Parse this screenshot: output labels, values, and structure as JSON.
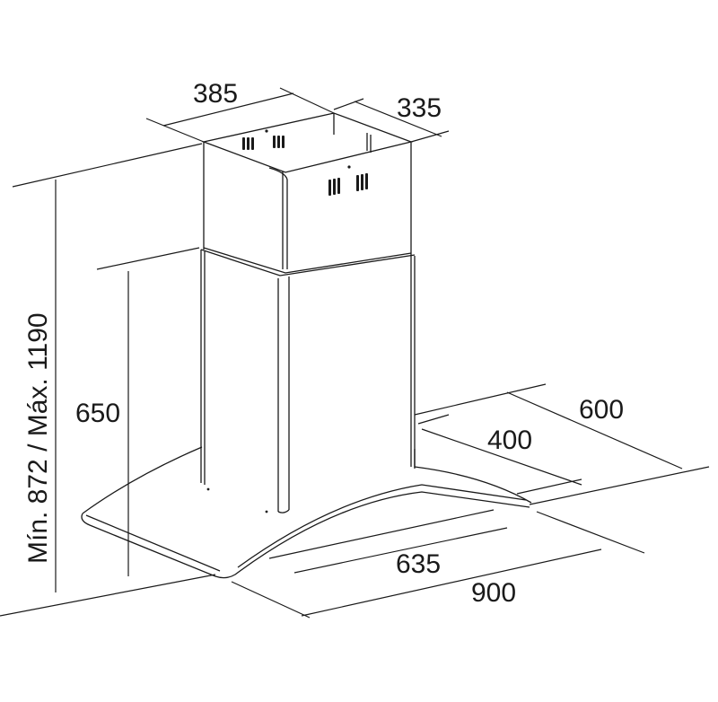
{
  "dimensions": {
    "chimney_width": "385",
    "chimney_depth": "335",
    "hood_depth": "600",
    "chimney_offset_depth": "400",
    "hood_height": "650",
    "total_height_range": "Mín. 872 / Máx. 1190",
    "chimney_front_width": "635",
    "hood_width": "900"
  },
  "colors": {
    "line": "#1a1a1a",
    "background": "#ffffff"
  }
}
